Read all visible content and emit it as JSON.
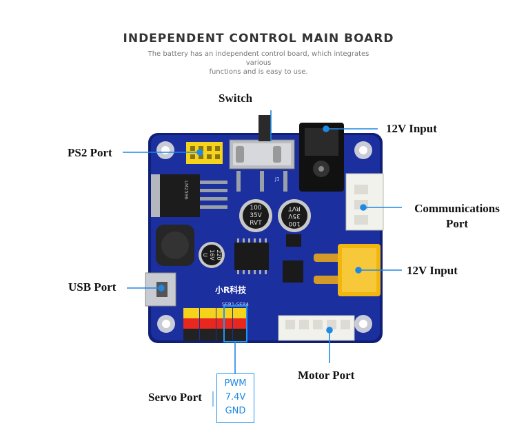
{
  "header": {
    "title": "INDEPENDENT CONTROL MAIN BOARD",
    "subtitle_line1": "The battery has an independent control board, which integrates various",
    "subtitle_line2": "functions and is easy to use."
  },
  "callouts": {
    "switch": "Switch",
    "ps2_port": "PS2 Port",
    "input_12v_top": "12V Input",
    "communications_line1": "Communications",
    "communications_line2": "Port",
    "input_12v_right": "12V Input",
    "usb_port": "USB Port",
    "motor_port": "Motor Port",
    "servo_port": "Servo Port"
  },
  "servo_pins": [
    "PWM",
    "7.4V",
    "GND"
  ],
  "board_markings": {
    "cap_left": [
      "100",
      "35V",
      "RVT"
    ],
    "cap_right": [
      "100",
      "35V",
      "RVT"
    ],
    "cap_small": [
      "220",
      "16V",
      "U"
    ],
    "brand": "小R科技",
    "j1": "J1",
    "servo_silk": "SER1-SER4"
  },
  "colors": {
    "pcb": "#1b2f9e",
    "pcb_edge": "#0f1f78",
    "leader": "#1e88e5",
    "header_yellow": "#f5d21c",
    "xt_yellow": "#f2b70f",
    "connector_white": "#f2f2ec"
  }
}
